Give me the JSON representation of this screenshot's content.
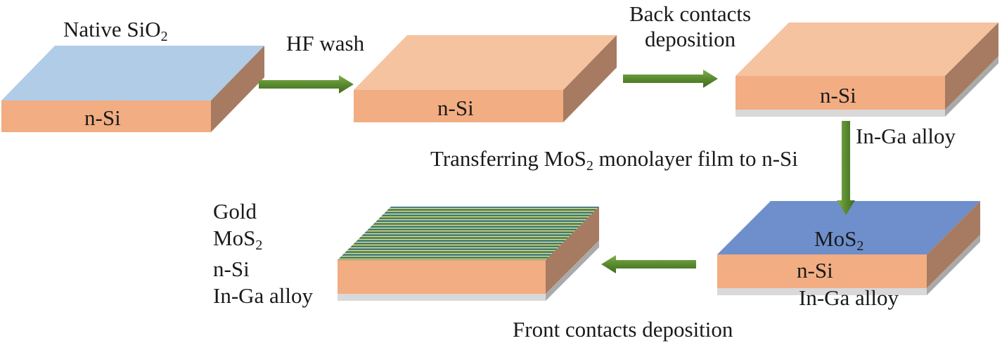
{
  "labels": {
    "native_oxide_prefix": "Native SiO",
    "native_oxide_sub": "2",
    "hf_wash": "HF wash",
    "back_contacts_line1": "Back contacts",
    "back_contacts_line2": "deposition",
    "nsi_1": "n-Si",
    "nsi_2": "n-Si",
    "nsi_3": "n-Si",
    "in_ga_alloy_1": "In-Ga alloy",
    "transfer_prefix": "Transferring MoS",
    "transfer_sub": "2",
    "transfer_suffix": " monolayer film to n-Si",
    "mos2_prefix": "MoS",
    "mos2_sub": "2",
    "nsi_4": "n-Si",
    "in_ga_alloy_2": "In-Ga alloy",
    "front_contacts": "Front contacts deposition",
    "legend_gold": "Gold",
    "legend_mos2_prefix": "MoS",
    "legend_mos2_sub": "2",
    "legend_nsi": "n-Si",
    "legend_in_ga": "In-Ga alloy"
  },
  "colors": {
    "silicon_front": "#f2ad82",
    "silicon_top": "#f5c3a0",
    "silicon_side": "#a67b62",
    "native_oxide": "#b0cce6",
    "mos2": "#6e8fcc",
    "alloy_front": "#d9d9d9",
    "alloy_side": "#aaaaaa",
    "arrow": "#5a8a30",
    "gold_stripe": "#e8e25a",
    "mos2_stripe": "#2e6f8a"
  }
}
